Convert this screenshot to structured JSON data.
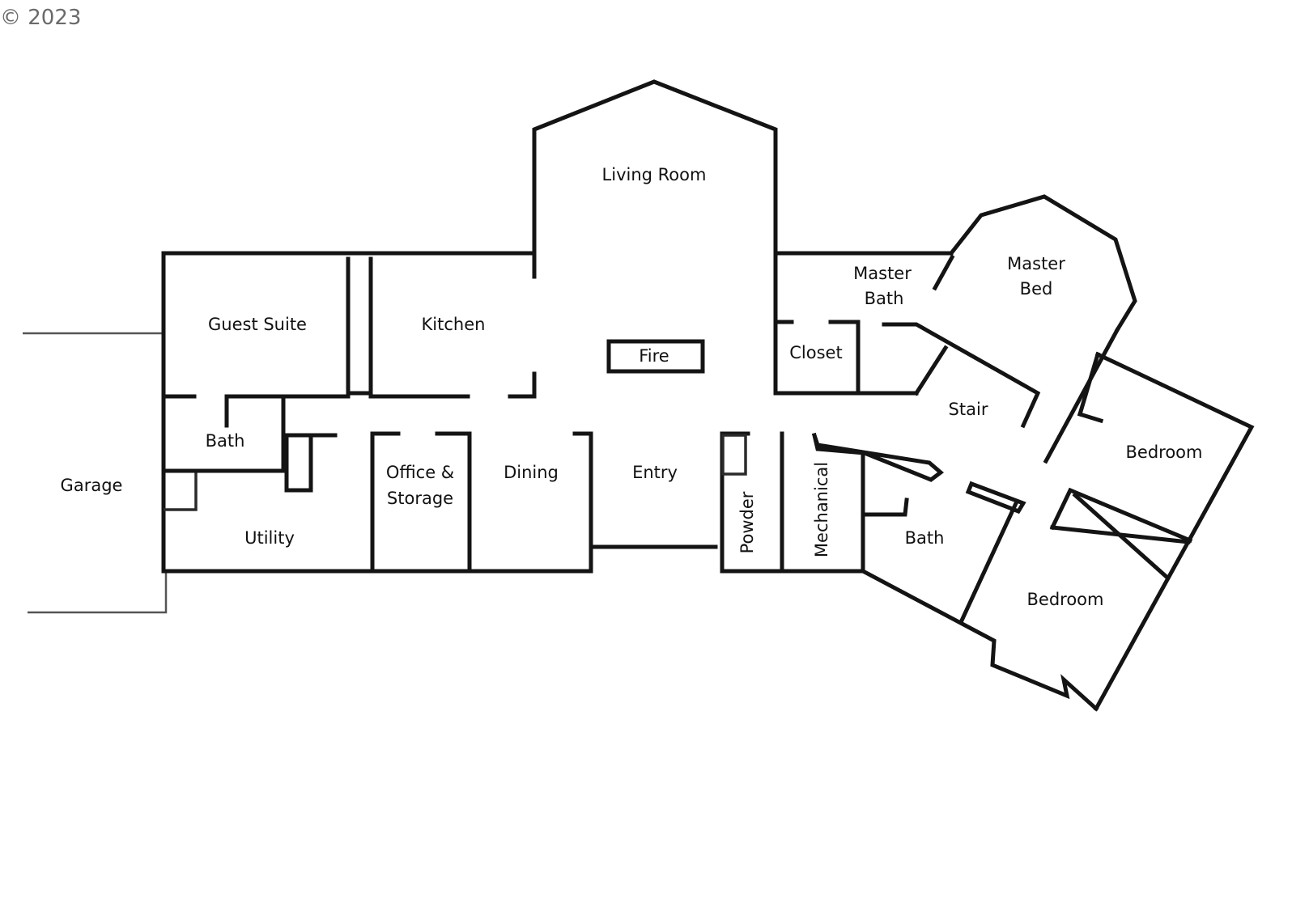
{
  "copyright": "© 2023",
  "rooms": {
    "living_room": "Living Room",
    "master_bath": [
      "Master",
      "Bath"
    ],
    "master_bed": [
      "Master",
      "Bed"
    ],
    "guest_suite": "Guest Suite",
    "kitchen": "Kitchen",
    "fire": "Fire",
    "closet": "Closet",
    "stair": "Stair",
    "bath_left": "Bath",
    "bedroom_right": "Bedroom",
    "garage": "Garage",
    "office": [
      "Office &",
      "Storage"
    ],
    "dining": "Dining",
    "entry": "Entry",
    "powder": "Powder",
    "mechanical": "Mechanical",
    "bath_right": "Bath",
    "utility": "Utility",
    "bedroom_bottom": "Bedroom"
  }
}
